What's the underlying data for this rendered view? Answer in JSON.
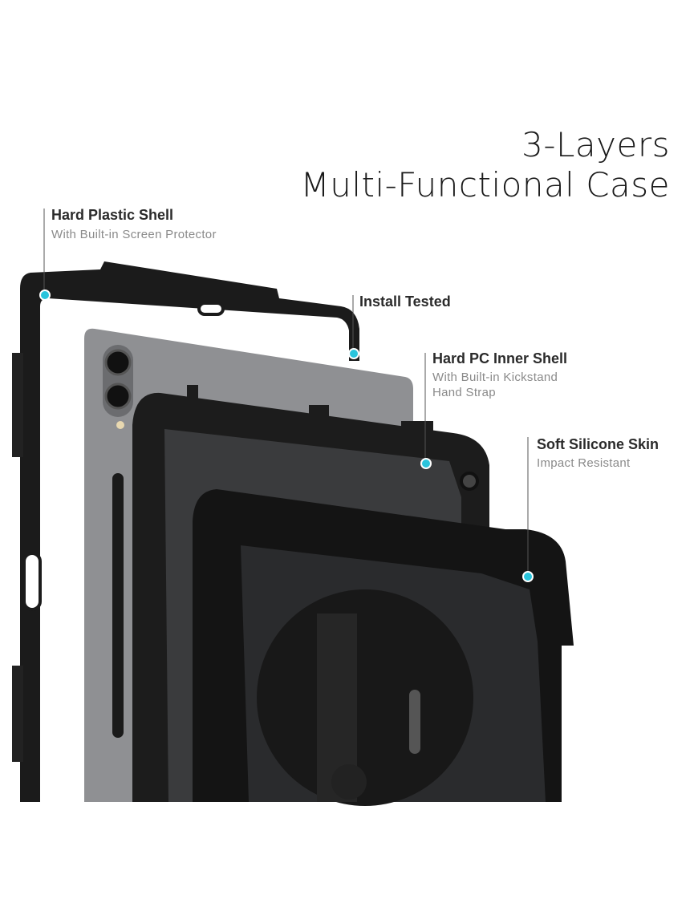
{
  "title": {
    "line1": "3-Layers",
    "line2": "Multi-Functional Case"
  },
  "callouts": [
    {
      "heading": "Hard Plastic Shell",
      "sub": [
        "With Built-in Screen Protector"
      ]
    },
    {
      "heading": "Install Tested",
      "sub": []
    },
    {
      "heading": "Hard PC Inner Shell",
      "sub": [
        "With Built-in Kickstand",
        "Hand Strap"
      ]
    },
    {
      "heading": "Soft Silicone Skin",
      "sub": [
        "Impact Resistant"
      ]
    }
  ],
  "colors": {
    "accent_dot": "#29c4dc",
    "case": "#151515",
    "tablet": "#8e8f91"
  }
}
